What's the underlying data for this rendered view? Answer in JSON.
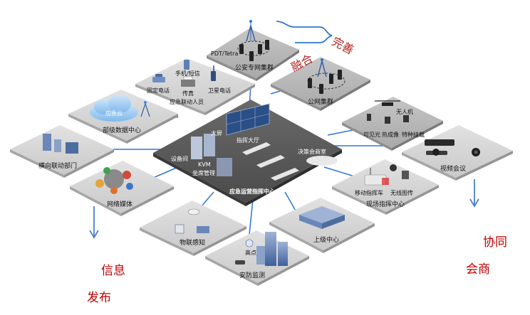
{
  "center": {
    "title": "应急运营指挥中心",
    "big_screen": "大屏",
    "command_hall": "指挥大厅",
    "equipment_room": "设备间",
    "kvm": "KVM",
    "seat_mgmt": "坐席管理",
    "decision_room": "决策会商室"
  },
  "nodes": {
    "pdt": "PDT/Tetra",
    "police_cluster": "公安专网集群",
    "public_cluster": "公网集群",
    "phone_sms": "手机/短信",
    "landline": "固定电话",
    "fax": "传真",
    "sat_phone": "卫星电话",
    "emergency_staff": "应急联动人员",
    "cloud": "应急云",
    "dept_data_center": "部级数据中心",
    "horizontal_dept": "横向联动部门",
    "network_media": "网络媒体",
    "drone": "无人机",
    "visible_light": "可见光",
    "thermal": "热成像",
    "special_mount": "特种挂载",
    "video_conf": "视频会议",
    "mobile_cmd_vehicle": "移动指挥车",
    "wireless_image": "无线图传",
    "field_cmd_center": "现场指挥中心",
    "superior_center": "上级中心",
    "iot_sensing": "物联感知",
    "high_point": "高点",
    "security_monitor": "安防监测"
  },
  "annotations": {
    "fusion": "融合",
    "complete": "完善",
    "info": "信息",
    "release": "发布",
    "collab": "协同",
    "consult": "会商"
  },
  "colors": {
    "center_tile": "#5b5b5b",
    "tile_light": "#d7d7d7",
    "tile_mid": "#bdbdbd",
    "connector": "#2e75d6",
    "accent_red": "#b22222",
    "arrow_blue": "#4a7fd4"
  }
}
